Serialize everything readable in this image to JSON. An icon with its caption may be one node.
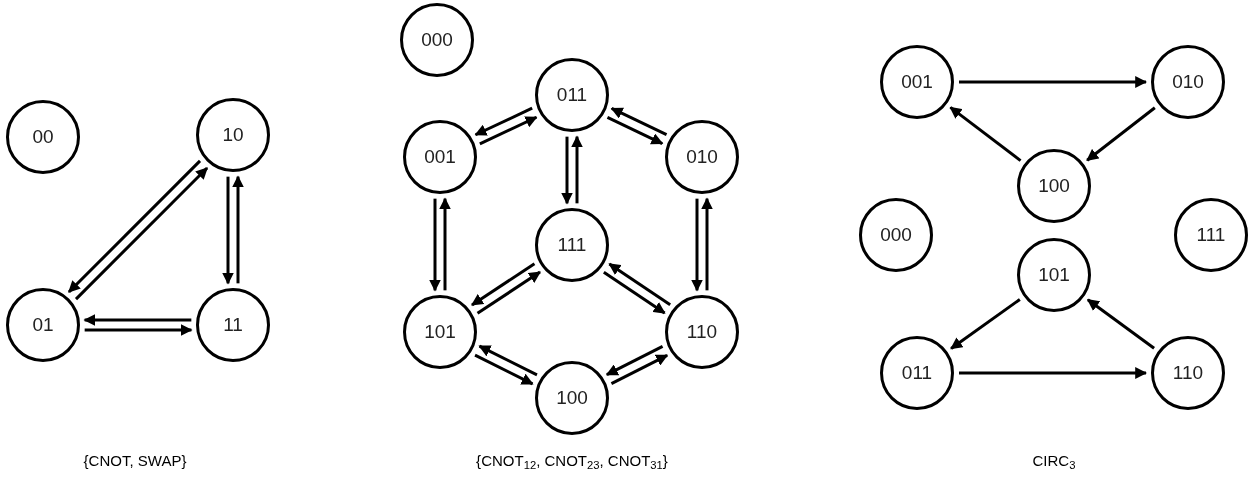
{
  "diagram": {
    "nodes": [
      {
        "text": [
          "00"
        ]
      },
      {
        "text": [
          "10"
        ]
      },
      {
        "text": [
          "01"
        ]
      },
      {
        "text": [
          "11"
        ]
      },
      {
        "text": [
          "000"
        ]
      },
      {
        "text": [
          "011"
        ]
      },
      {
        "text": [
          "001"
        ]
      },
      {
        "text": [
          "010"
        ]
      },
      {
        "text": [
          "111"
        ]
      },
      {
        "text": [
          "101"
        ]
      },
      {
        "text": [
          "110"
        ]
      },
      {
        "text": [
          "100"
        ]
      },
      {
        "text": [
          "001"
        ]
      },
      {
        "text": [
          "010"
        ]
      },
      {
        "text": [
          "100"
        ]
      },
      {
        "text": [
          "000"
        ]
      },
      {
        "text": [
          "111"
        ]
      },
      {
        "text": [
          "101"
        ]
      },
      {
        "text": [
          "011"
        ]
      },
      {
        "text": [
          "110"
        ]
      }
    ],
    "edges": [
      {
        "from": 2,
        "to": 1,
        "arrow": "to"
      },
      {
        "from": 1,
        "to": 2,
        "arrow": "to"
      },
      {
        "from": 3,
        "to": 1,
        "arrow": "to"
      },
      {
        "from": 1,
        "to": 3,
        "arrow": "to"
      },
      {
        "from": 2,
        "to": 3,
        "arrow": "to"
      },
      {
        "from": 3,
        "to": 2,
        "arrow": "to"
      },
      {
        "from": 6,
        "to": 5,
        "arrow": "to"
      },
      {
        "from": 5,
        "to": 6,
        "arrow": "to"
      },
      {
        "from": 5,
        "to": 7,
        "arrow": "to"
      },
      {
        "from": 7,
        "to": 5,
        "arrow": "to"
      },
      {
        "from": 5,
        "to": 8,
        "arrow": "to"
      },
      {
        "from": 8,
        "to": 5,
        "arrow": "to"
      },
      {
        "from": 6,
        "to": 9,
        "arrow": "to"
      },
      {
        "from": 9,
        "to": 6,
        "arrow": "to"
      },
      {
        "from": 7,
        "to": 10,
        "arrow": "to"
      },
      {
        "from": 10,
        "to": 7,
        "arrow": "to"
      },
      {
        "from": 8,
        "to": 9,
        "arrow": "to"
      },
      {
        "from": 9,
        "to": 8,
        "arrow": "to"
      },
      {
        "from": 8,
        "to": 10,
        "arrow": "to"
      },
      {
        "from": 10,
        "to": 8,
        "arrow": "to"
      },
      {
        "from": 9,
        "to": 11,
        "arrow": "to"
      },
      {
        "from": 11,
        "to": 9,
        "arrow": "to"
      },
      {
        "from": 11,
        "to": 10,
        "arrow": "to"
      },
      {
        "from": 10,
        "to": 11,
        "arrow": "to"
      },
      {
        "from": 12,
        "to": 13,
        "arrow": "to"
      },
      {
        "from": 13,
        "to": 14,
        "arrow": "to"
      },
      {
        "from": 14,
        "to": 12,
        "arrow": "to"
      },
      {
        "from": 17,
        "to": 18,
        "arrow": "to"
      },
      {
        "from": 18,
        "to": 19,
        "arrow": "to"
      },
      {
        "from": 19,
        "to": 17,
        "arrow": "to"
      }
    ],
    "labels": [
      "{CNOT, SWAP}",
      "{CNOT$_{12}$, CNOT$_{23}$, CNOT$_{31}$}",
      "CIRC$_{3}$"
    ]
  }
}
